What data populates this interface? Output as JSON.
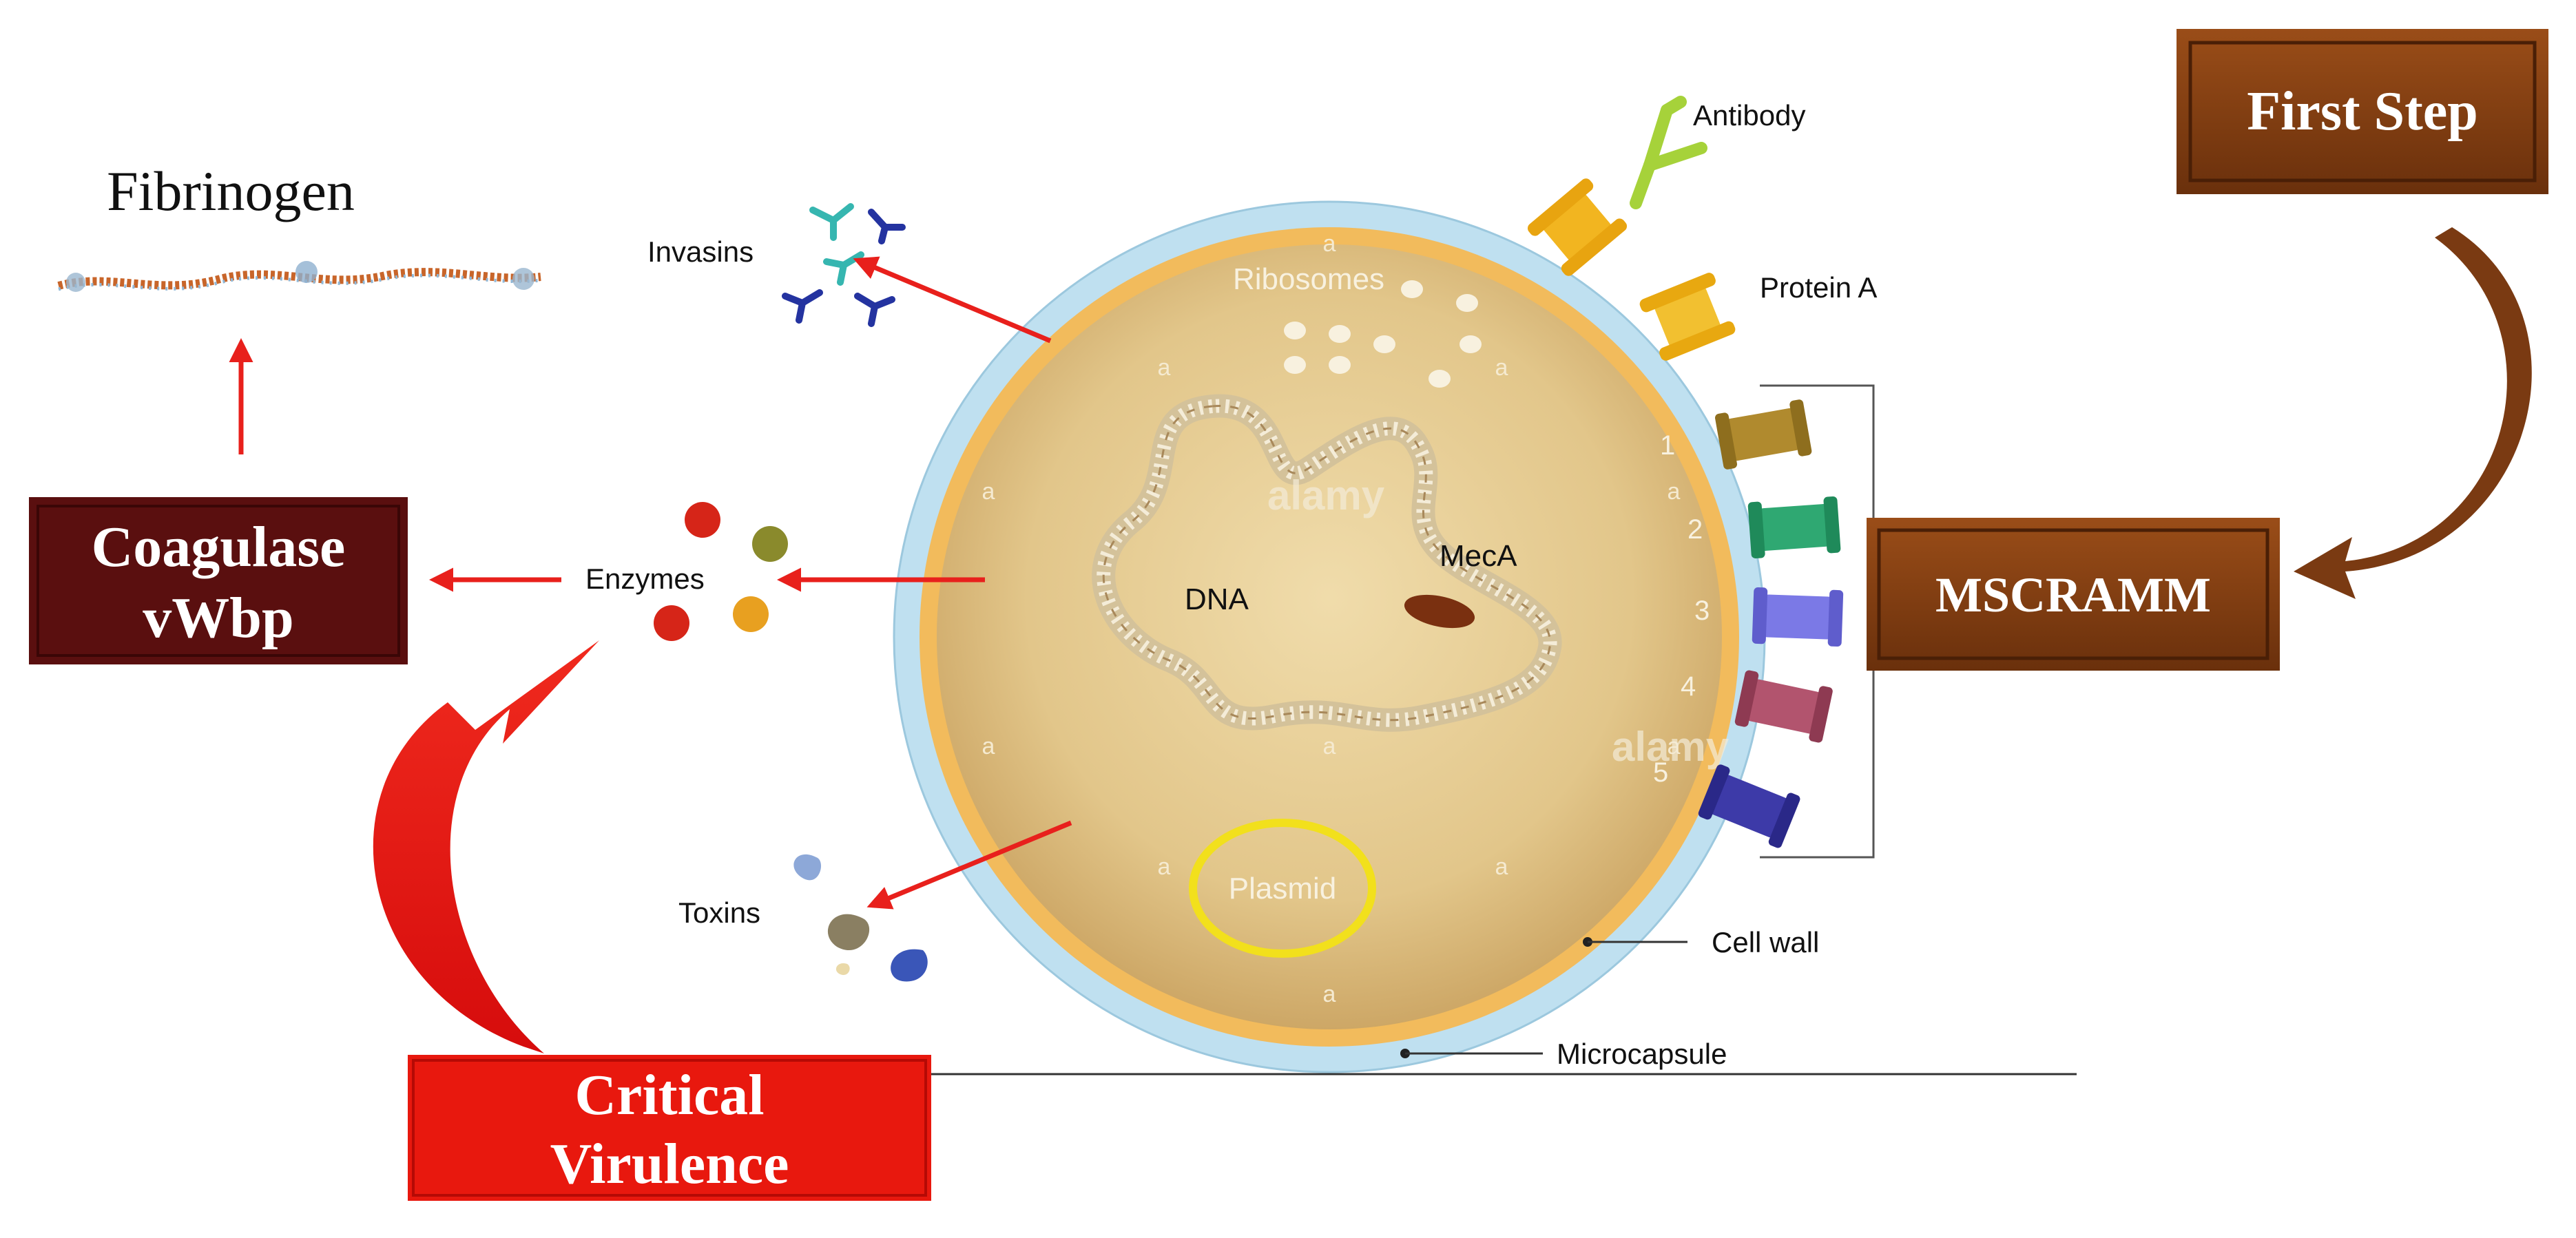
{
  "labels": {
    "fibrinogen": "Fibrinogen",
    "coagulase_line1": "Coagulase",
    "coagulase_line2": "vWbp",
    "first_step": "First Step",
    "mscramm": "MSCRAMM",
    "critical_line1": "Critical",
    "critical_line2": "Virulence",
    "invasins": "Invasins",
    "enzymes": "Enzymes",
    "toxins": "Toxins",
    "ribosomes": "Ribosomes",
    "dna": "DNA",
    "meca": "MecA",
    "plasmid": "Plasmid",
    "antibody": "Antibody",
    "protein_a": "Protein A",
    "cell_wall": "Cell wall",
    "microcapsule": "Microcapsule",
    "watermark": "alamy",
    "watermark_a": "a",
    "mscramm_numbers": [
      "1",
      "2",
      "3",
      "4",
      "5"
    ]
  },
  "colors": {
    "arrow_red": "#e8201c",
    "box_red": "#e8180e",
    "box_maroon": "#5a0f0f",
    "box_brown": "#7a3a12",
    "microcapsule": "#bfe0f0",
    "cell_wall": "#f2bb5c",
    "cytoplasm": "#e2c98e",
    "mscramm_colors": [
      "#b08a2e",
      "#2fa872",
      "#7b79e6",
      "#b2546e",
      "#3d3aa8"
    ]
  }
}
